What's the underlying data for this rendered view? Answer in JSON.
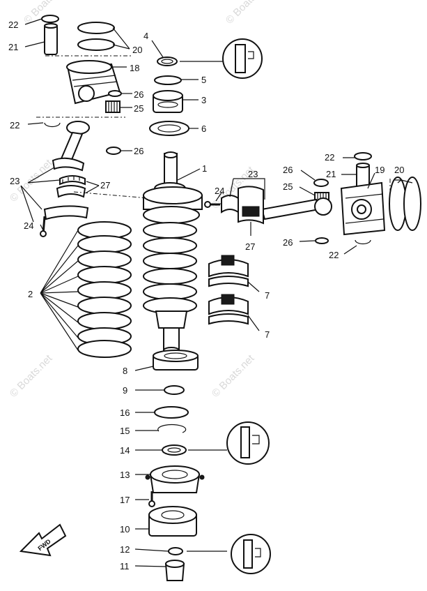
{
  "callouts": {
    "c1": "1",
    "c2": "2",
    "c3": "3",
    "c4": "4",
    "c5": "5",
    "c6": "6",
    "c7a": "7",
    "c7b": "7",
    "c8": "8",
    "c9": "9",
    "c10": "10",
    "c11": "11",
    "c12": "12",
    "c13": "13",
    "c14": "14",
    "c15": "15",
    "c16": "16",
    "c17": "17",
    "c18": "18",
    "c19": "19",
    "c20a": "20",
    "c20b": "20",
    "c21a": "21",
    "c21b": "21",
    "c22a": "22",
    "c22b": "22",
    "c22c": "22",
    "c22d": "22",
    "c23a": "23",
    "c23b": "23",
    "c24a": "24",
    "c24b": "24",
    "c25a": "25",
    "c25b": "25",
    "c26a": "26",
    "c26b": "26",
    "c26c": "26",
    "c26d": "26",
    "c27a": "27",
    "c27b": "27"
  },
  "fwd_arrow_label": "FWD",
  "watermark": "© Boats.net"
}
